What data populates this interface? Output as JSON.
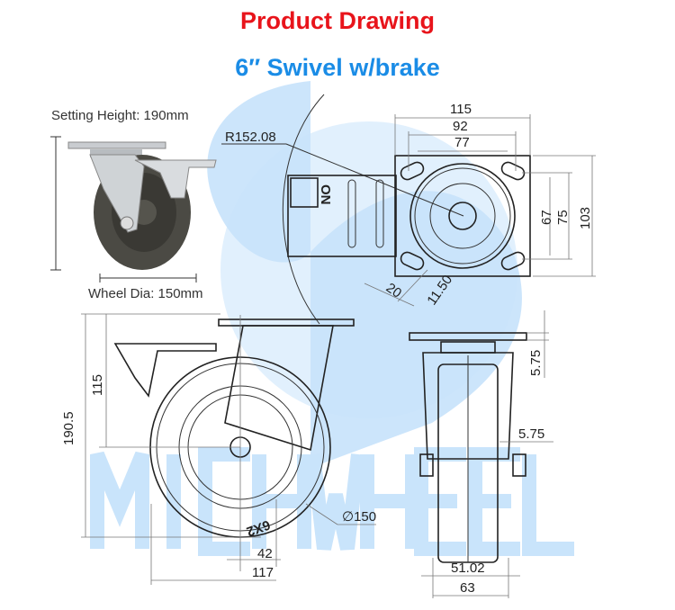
{
  "header": {
    "title": "Product Drawing",
    "subtitle": "6″ Swivel w/brake"
  },
  "photo": {
    "setting_height": "Setting Height: 190mm",
    "wheel_dia": "Wheel Dia: 150mm"
  },
  "watermark": "MICHWHEEL",
  "top_view": {
    "radius": "R152.08",
    "dims": {
      "plate_width": "115",
      "hole_spacing_outer": "92",
      "hole_spacing_inner": "77",
      "plate_length": "103",
      "hole_v_outer": "75",
      "hole_v_inner": "67",
      "slot_length": "20",
      "slot_width": "11.50"
    },
    "brake_label": "ON"
  },
  "side_view": {
    "height": "190.5",
    "axle_height": "115",
    "offset": "42",
    "length": "117",
    "wheel_diameter": "∅150",
    "tread_marking": "6X2"
  },
  "front_view": {
    "top_thickness": "5.75",
    "side_thickness": "5.75",
    "tread_width": "51.02",
    "overall_width": "63"
  },
  "colors": {
    "title": "#e8141b",
    "subtitle": "#1a8ce6",
    "watermark": "#c7e3fa"
  }
}
